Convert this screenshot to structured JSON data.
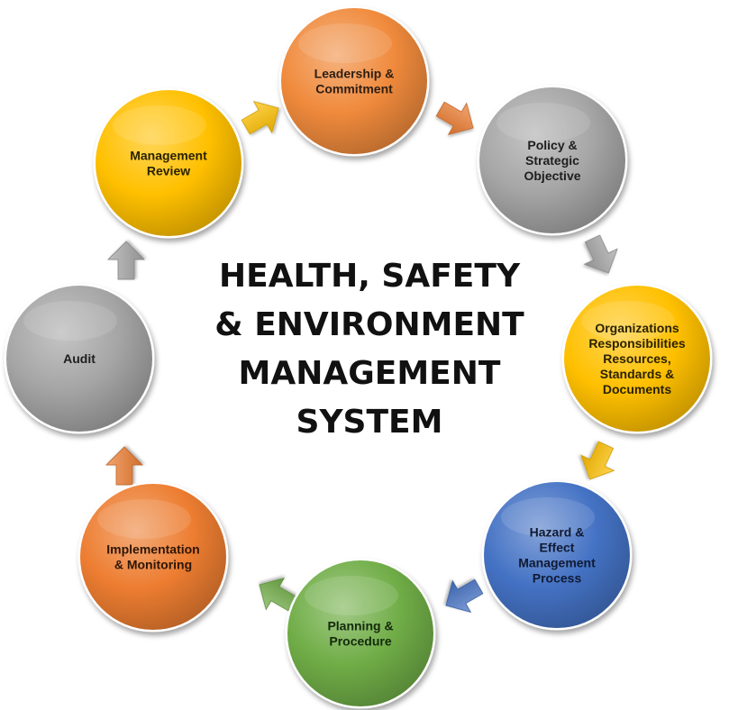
{
  "title": {
    "lines": [
      "HEALTH, SAFETY",
      "& ENVIRONMENT",
      "MANAGEMENT",
      "SYSTEM"
    ]
  },
  "nodes": [
    {
      "id": "leadership",
      "lines": [
        "Leadership &",
        "Commitment"
      ],
      "color": "#f08a3c",
      "text_color": "#2d1e12"
    },
    {
      "id": "policy",
      "lines": [
        "Policy &",
        "Strategic",
        "Objective"
      ],
      "color": "#a6a6a6",
      "text_color": "#1e1e1e"
    },
    {
      "id": "organizations",
      "lines": [
        "Organizations",
        "Responsibilities",
        "Resources,",
        "Standards &",
        "Documents"
      ],
      "color": "#ffc000",
      "text_color": "#2a2200"
    },
    {
      "id": "hazard",
      "lines": [
        "Hazard &",
        "Effect",
        "Management",
        "Process"
      ],
      "color": "#4472c4",
      "text_color": "#101a33"
    },
    {
      "id": "planning",
      "lines": [
        "Planning &",
        "Procedure"
      ],
      "color": "#70ad47",
      "text_color": "#142a0c"
    },
    {
      "id": "implementation",
      "lines": [
        "Implementation",
        "& Monitoring"
      ],
      "color": "#ed7d31",
      "text_color": "#2d1608"
    },
    {
      "id": "audit",
      "lines": [
        "Audit"
      ],
      "color": "#a5a5a5",
      "text_color": "#1e1e1e"
    },
    {
      "id": "management-review",
      "lines": [
        "Management",
        "Review"
      ],
      "color": "#ffc000",
      "text_color": "#2a2200"
    }
  ],
  "arrows": [
    {
      "from": "management-review",
      "to": "leadership",
      "color": "#ffc000"
    },
    {
      "from": "leadership",
      "to": "policy",
      "color": "#ed7d31"
    },
    {
      "from": "policy",
      "to": "organizations",
      "color": "#a5a5a5"
    },
    {
      "from": "organizations",
      "to": "hazard",
      "color": "#ffc000"
    },
    {
      "from": "hazard",
      "to": "planning",
      "color": "#4472c4"
    },
    {
      "from": "planning",
      "to": "implementation",
      "color": "#70ad47"
    },
    {
      "from": "implementation",
      "to": "audit",
      "color": "#ed7d31"
    },
    {
      "from": "audit",
      "to": "management-review",
      "color": "#a5a5a5"
    }
  ]
}
